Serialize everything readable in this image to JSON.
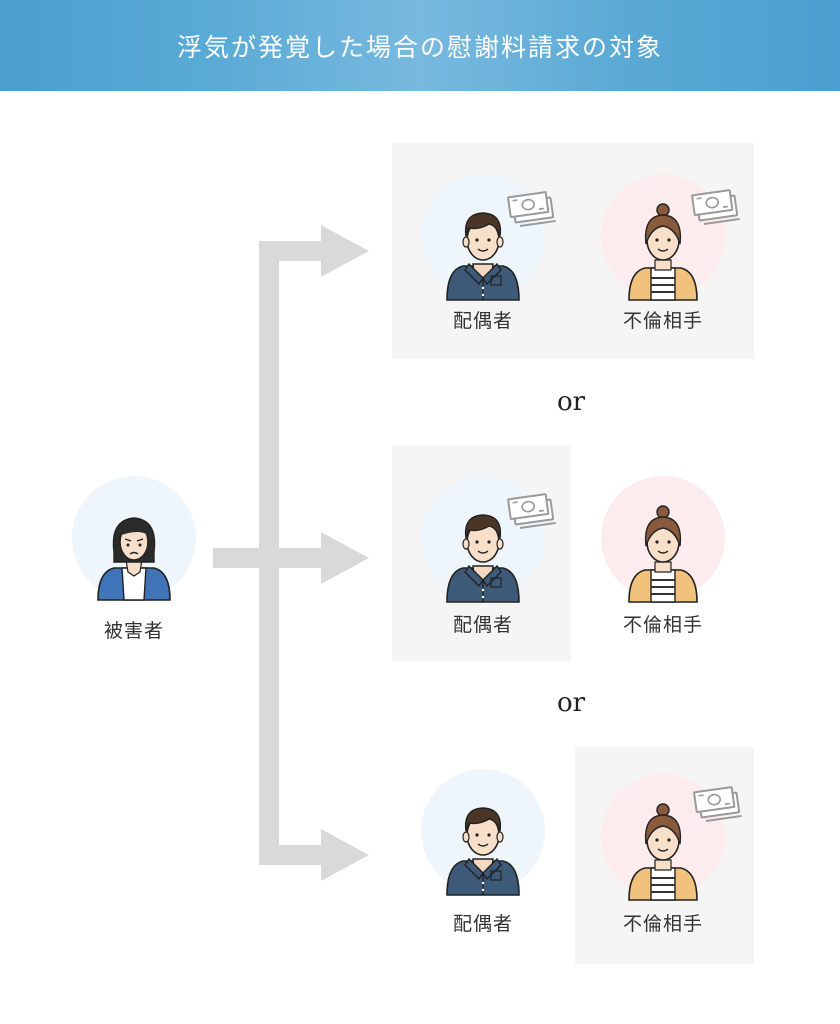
{
  "title": "浮気が発覚した場合の慰謝料請求の対象",
  "victim": {
    "label": "被害者"
  },
  "options": [
    {
      "spouse_label": "配偶者",
      "partner_label": "不倫相手",
      "claim_spouse": true,
      "claim_partner": true
    },
    {
      "spouse_label": "配偶者",
      "partner_label": "不倫相手",
      "claim_spouse": true,
      "claim_partner": false
    },
    {
      "spouse_label": "配偶者",
      "partner_label": "不倫相手",
      "claim_spouse": false,
      "claim_partner": true
    }
  ],
  "separator": "or",
  "colors": {
    "arrow": "#d9d9d9",
    "highlight_box": "#f5f5f5",
    "circle_blue": "#eef6fb",
    "circle_pink": "#fcecee",
    "shirt_blue": "#3d5a78",
    "cardigan": "#f0c27b"
  },
  "icons": [
    "woman-worried-icon",
    "man-shirt-icon",
    "woman-cardigan-icon",
    "money-bills-icon",
    "arrow-right-icon"
  ]
}
